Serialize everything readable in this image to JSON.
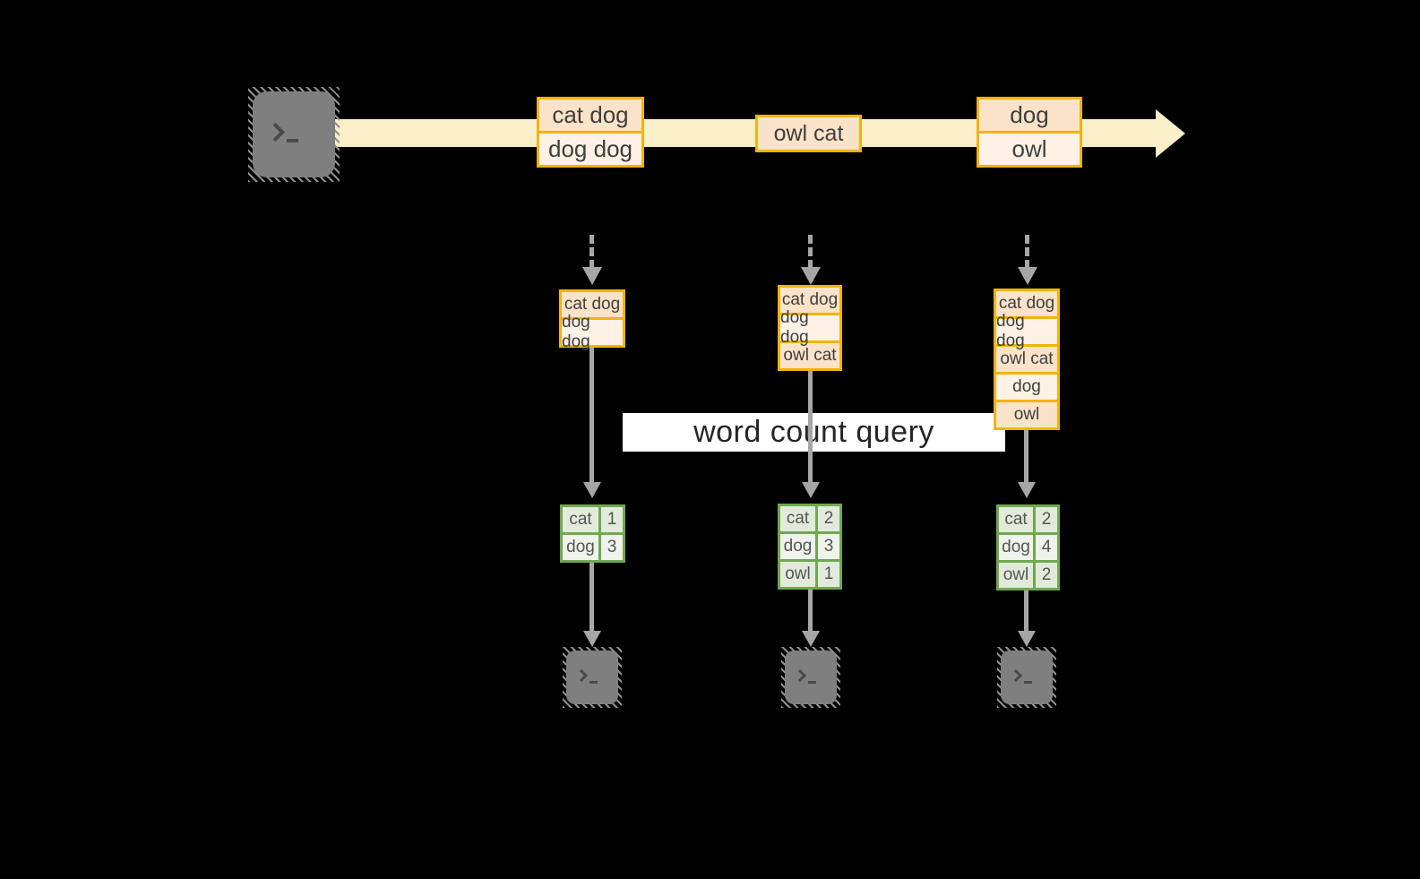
{
  "query_label": "word count query",
  "stream": {
    "source_icon": "terminal-icon",
    "events": [
      {
        "rows": [
          "cat dog",
          "dog dog"
        ]
      },
      {
        "rows": [
          "owl cat"
        ]
      },
      {
        "rows": [
          "dog",
          "owl"
        ]
      }
    ]
  },
  "workers": [
    {
      "buffer": [
        "cat dog",
        "dog dog"
      ],
      "counts": [
        {
          "word": "cat",
          "count": "1"
        },
        {
          "word": "dog",
          "count": "3"
        }
      ],
      "sink_icon": "terminal-icon"
    },
    {
      "buffer": [
        "cat dog",
        "dog dog",
        "owl cat"
      ],
      "counts": [
        {
          "word": "cat",
          "count": "2"
        },
        {
          "word": "dog",
          "count": "3"
        },
        {
          "word": "owl",
          "count": "1"
        }
      ],
      "sink_icon": "terminal-icon"
    },
    {
      "buffer": [
        "cat dog",
        "dog dog",
        "owl cat",
        "dog",
        "owl"
      ],
      "counts": [
        {
          "word": "cat",
          "count": "2"
        },
        {
          "word": "dog",
          "count": "4"
        },
        {
          "word": "owl",
          "count": "2"
        }
      ],
      "sink_icon": "terminal-icon"
    }
  ],
  "colors": {
    "bg": "#000000",
    "stream-fill": "#FBEFC9",
    "box-border": "#F2B40C",
    "cell-peach": "#FAE3C8",
    "cell-cream": "#FDF2E5",
    "text-dark": "#3F3F3F",
    "green-border": "#70A850",
    "green-cell-dark": "#E2EBDB",
    "green-cell-light": "#EFF3EB",
    "arrow-gray": "#A6A6A6",
    "terminal-gray": "#7F7F7F",
    "glyph-gray": "#4A4A4A",
    "hatch-gray": "#8F8F8F",
    "band-white": "#FFFFFF",
    "query-text": "#262626"
  }
}
